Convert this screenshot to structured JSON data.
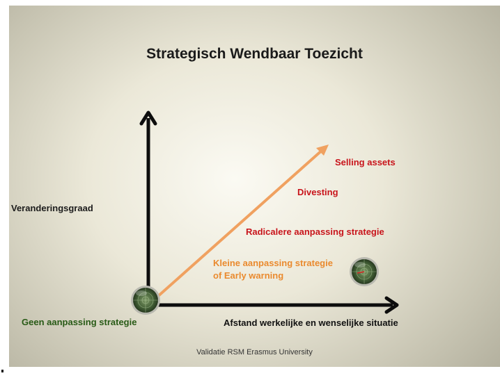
{
  "title": "Strategisch Wendbaar Toezicht",
  "axes": {
    "y_label": "Veranderingsgraad",
    "x_label": "Afstand  werkelijke en wenselijke situatie"
  },
  "origin_label": "Geen aanpassing  strategie",
  "levels": {
    "selling": "Selling assets",
    "divesting": "Divesting",
    "radical": "Radicalere aanpassing  strategie",
    "small_line1": "Kleine aanpassing  strategie",
    "small_line2": "of Early warning"
  },
  "footer": "Validatie RSM Erasmus University",
  "colors": {
    "arrow": "#f0a160",
    "axis": "#0d0d0d",
    "red_text": "#c8141b",
    "orange_text": "#ea8a2e",
    "green_text": "#285a16"
  },
  "icons": [
    "radar-icon",
    "radar-icon"
  ]
}
